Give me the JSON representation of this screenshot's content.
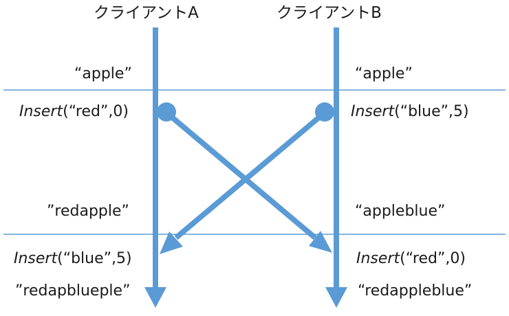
{
  "clients": {
    "a": {
      "title": "クライアントA"
    },
    "b": {
      "title": "クライアントB"
    }
  },
  "states": {
    "a_initial": "“apple”",
    "b_initial": "“apple”",
    "a_after_local": "”redapple”",
    "b_after_local": "“appleblue”",
    "a_final": "”redapblueple”",
    "b_final": "“redappleblue”"
  },
  "operations": {
    "a_local": {
      "op": "Insert",
      "args": "(“red”,0)"
    },
    "b_local": {
      "op": "Insert",
      "args": "(“blue”,5)"
    },
    "a_received": {
      "op": "Insert",
      "args": "(“blue”,5)"
    },
    "b_received": {
      "op": "Insert",
      "args": "(“red”,0)"
    }
  },
  "colors": {
    "lines": "#5b9bd5",
    "separator": "#5b9bd5",
    "text": "#1a1a1a"
  }
}
